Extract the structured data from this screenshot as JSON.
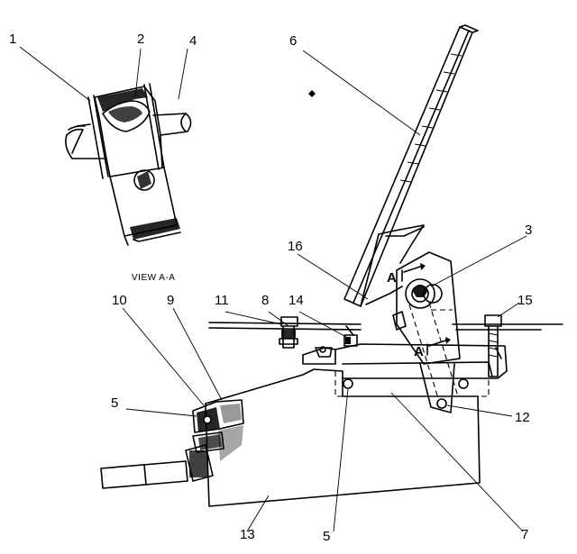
{
  "figure": {
    "view_caption": "VIEW A-A",
    "section_marks": [
      "A",
      "A"
    ],
    "callouts": [
      {
        "key": "c1",
        "text": "1"
      },
      {
        "key": "c2",
        "text": "2"
      },
      {
        "key": "c4",
        "text": "4"
      },
      {
        "key": "c6",
        "text": "6"
      },
      {
        "key": "c3",
        "text": "3"
      },
      {
        "key": "c16",
        "text": "16"
      },
      {
        "key": "c15",
        "text": "15"
      },
      {
        "key": "c11",
        "text": "11"
      },
      {
        "key": "c8",
        "text": "8"
      },
      {
        "key": "c14",
        "text": "14"
      },
      {
        "key": "c10",
        "text": "10"
      },
      {
        "key": "c9",
        "text": "9"
      },
      {
        "key": "c5a",
        "text": "5"
      },
      {
        "key": "c12",
        "text": "12"
      },
      {
        "key": "c13",
        "text": "13"
      },
      {
        "key": "c5b",
        "text": "5"
      },
      {
        "key": "c7",
        "text": "7"
      }
    ]
  }
}
